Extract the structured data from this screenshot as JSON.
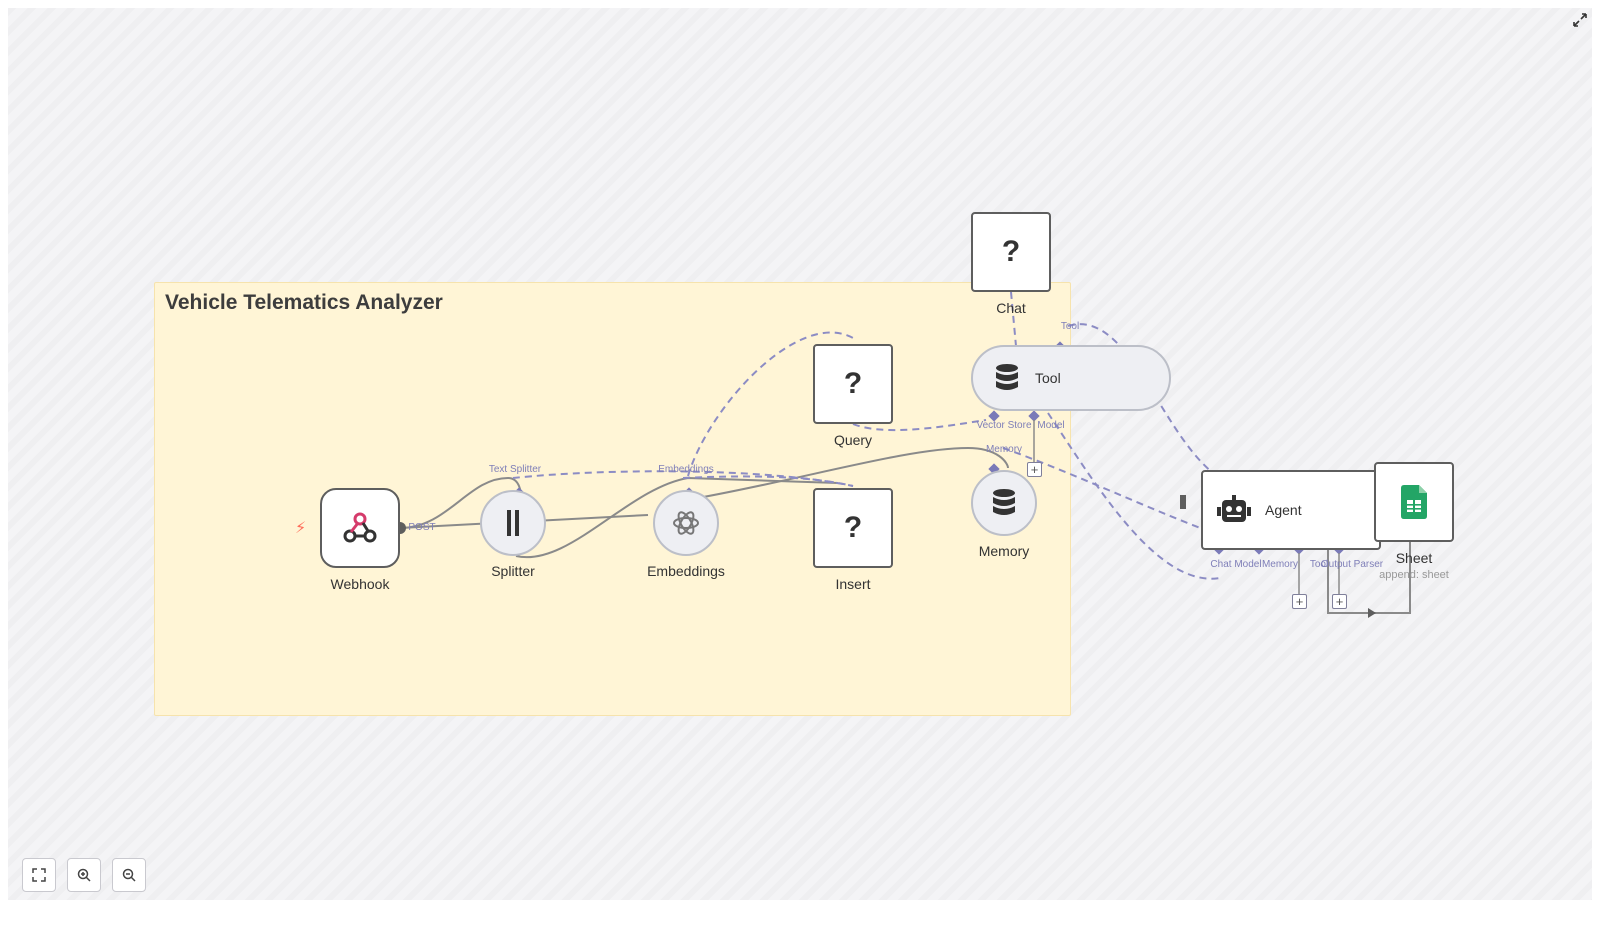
{
  "canvas": {
    "sticky_title": "Vehicle Telematics Analyzer"
  },
  "nodes": {
    "webhook": {
      "label": "Webhook",
      "output_label": "POST"
    },
    "splitter": {
      "label": "Splitter",
      "input_label": "Text Splitter"
    },
    "embeddings": {
      "label": "Embeddings",
      "input_label": "Embeddings"
    },
    "query": {
      "label": "Query",
      "icon_text": "?"
    },
    "insert": {
      "label": "Insert",
      "icon_text": "?"
    },
    "chat": {
      "label": "Chat",
      "icon_text": "?"
    },
    "tool": {
      "label": "Tool",
      "port_tool": "Tool",
      "port_vector_store": "Vector Store",
      "port_model": "Model"
    },
    "memory": {
      "label": "Memory",
      "port_memory": "Memory"
    },
    "agent": {
      "label": "Agent",
      "ports": [
        "Chat Model",
        "Memory",
        "Tool",
        "Output Parser"
      ]
    },
    "sheet": {
      "label": "Sheet",
      "subtitle": "append: sheet"
    }
  },
  "colors": {
    "sticky_bg": "#fff5d6",
    "edge": "#8a8a8a",
    "ai_edge": "#8c8cc4",
    "sheets_green": "#23a566",
    "trigger_bolt": "#ff6d5a"
  },
  "controls": {
    "fit_icon": "fit-view-icon",
    "zoom_in_icon": "zoom-in-icon",
    "zoom_out_icon": "zoom-out-icon",
    "fullscreen_icon": "fullscreen-icon"
  }
}
